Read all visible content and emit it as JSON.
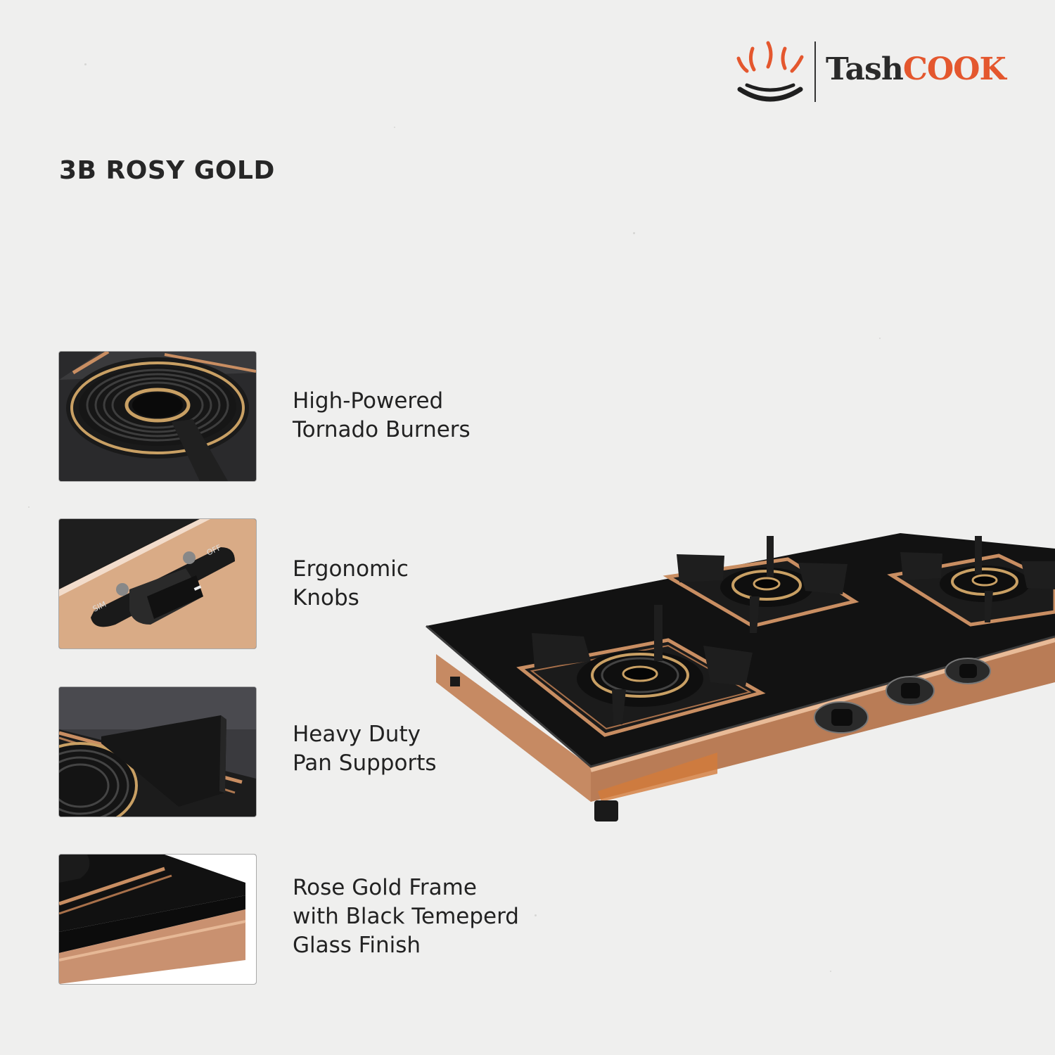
{
  "brand": {
    "name_part1": "Tash",
    "name_part2": "COOK",
    "accent_color": "#e4572e",
    "text_color": "#2a2a2a",
    "icon": "flame-pot-icon"
  },
  "product": {
    "title": "3B ROSY GOLD"
  },
  "features": [
    {
      "line1": "High-Powered",
      "line2": "Tornado Burners",
      "line3": "",
      "icon": "burner-closeup-image"
    },
    {
      "line1": "Ergonomic",
      "line2": "Knobs",
      "line3": "",
      "icon": "knob-closeup-image"
    },
    {
      "line1": "Heavy Duty",
      "line2": "Pan Supports",
      "line3": "",
      "icon": "pan-support-closeup-image"
    },
    {
      "line1": "Rose Gold Frame",
      "line2": "with Black Temeperd",
      "line3": "Glass Finish",
      "icon": "frame-closeup-image"
    }
  ],
  "knob_labels": {
    "off": "OFF",
    "sim": "SIM"
  },
  "colors": {
    "background": "#efefee",
    "glass": "#121212",
    "rose_gold": "#c98e62"
  }
}
